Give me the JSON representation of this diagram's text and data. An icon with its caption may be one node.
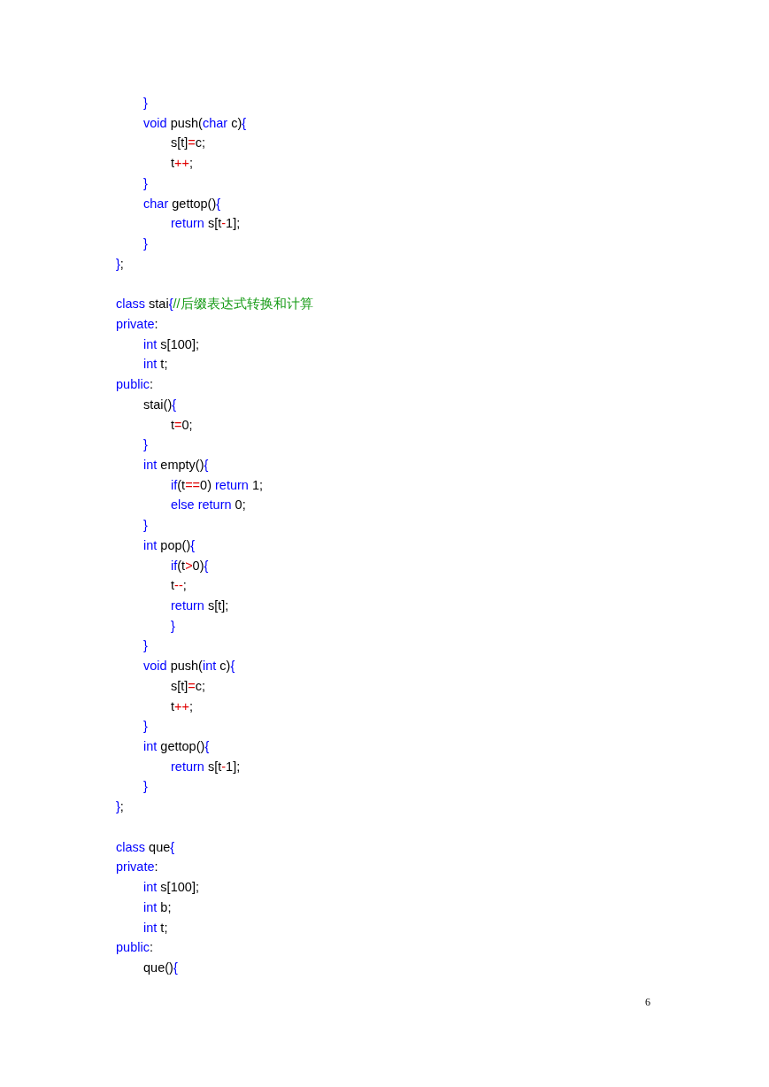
{
  "diagram": {
    "labels": [
      "}",
      "void push(char c){",
      "s[t]=c;",
      "t++;",
      "}",
      "char gettop(){",
      "return s[t-1];",
      "}",
      "};",
      "class stai{//后缀表达式转换和计算",
      "private:",
      "int s[100];",
      "int t;",
      "public:",
      "stai(){",
      "t=0;",
      "}",
      "int empty(){",
      "if(t==0) return 1;",
      "else return 0;",
      "}",
      "int pop(){",
      "if(t>0){",
      "t--;",
      "return s[t];",
      "}",
      "}",
      "void push(int c){",
      "s[t]=c;",
      "t++;",
      "}",
      "int gettop(){",
      "return s[t-1];",
      "}",
      "};",
      "class que{",
      "private:",
      "int s[100];",
      "int b;",
      "int t;",
      "public:",
      "que(){",
      "6"
    ]
  }
}
